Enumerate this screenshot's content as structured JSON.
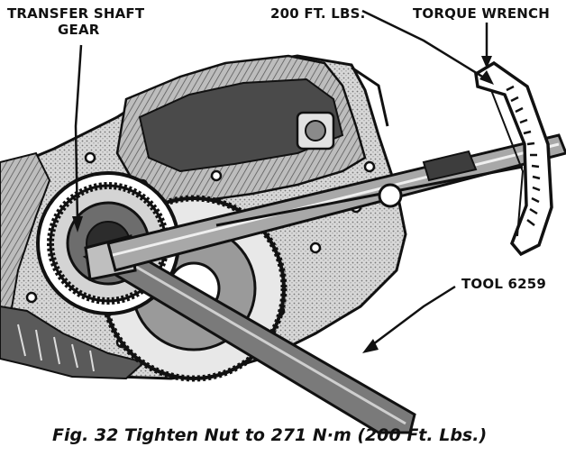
{
  "labels": {
    "transfer_shaft_gear_line1": "TRANSFER SHAFT",
    "transfer_shaft_gear_line2": "GEAR",
    "torque_value": "200 FT. LBS.",
    "torque_wrench": "TORQUE WRENCH",
    "tool": "TOOL 6259"
  },
  "caption": "Fig. 32 Tighten Nut to 271 N·m (200 Ft. Lbs.)",
  "colors": {
    "ink": "#111111",
    "housing_fill": "#c9c9c9",
    "shadow_fill": "#3a3a3a",
    "background": "#ffffff"
  }
}
